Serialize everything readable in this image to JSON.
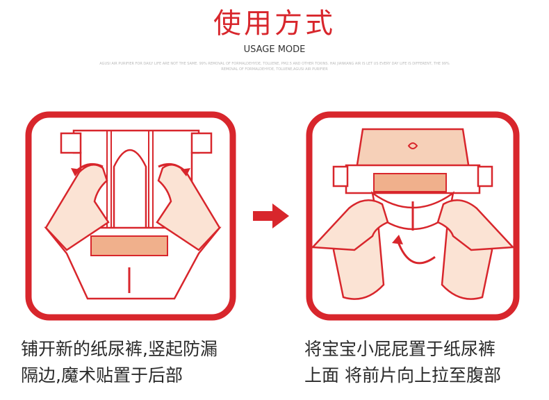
{
  "header": {
    "title": "使用方式",
    "subtitle": "USAGE MODE",
    "fine_print_1": "AGUSI AIR PURIFIER FOR DAILY LIFE ARE NOT THE SAME. 99% REMOVAL OF FORMALDEHYDE, TOLUENE, PM2.5 AND OTHER TOXINS. HAI JIANKANG AIR IS LET US EVERY DAY LIFE IS DIFFERENT, THE 99%",
    "fine_print_2": "REMOVAL OF FORMALDEHYDE, TOLUENE,AGUSI AIR PURIFIER"
  },
  "steps": [
    {
      "line1": "铺开新的纸尿裤,竖起防漏",
      "line2": "隔边,魔术贴置于后部"
    },
    {
      "line1": "将宝宝小屁屁置于纸尿裤",
      "line2": "上面 将前片向上拉至腹部"
    }
  ],
  "colors": {
    "accent": "#d8262c",
    "skin": "#fbe3d4",
    "pad": "#f0b08c",
    "text": "#2a2a2a"
  }
}
